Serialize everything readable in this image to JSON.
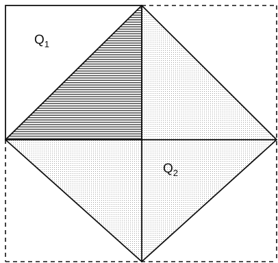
{
  "diagram": {
    "labels": {
      "q1": {
        "main": "Q",
        "sub": "1"
      },
      "q2": {
        "main": "Q",
        "sub": "2"
      }
    },
    "colors": {
      "stroke": "#111111",
      "dotted_fill": "#8a8a8a",
      "hatch_line": "#222222",
      "background": "#ffffff"
    }
  }
}
